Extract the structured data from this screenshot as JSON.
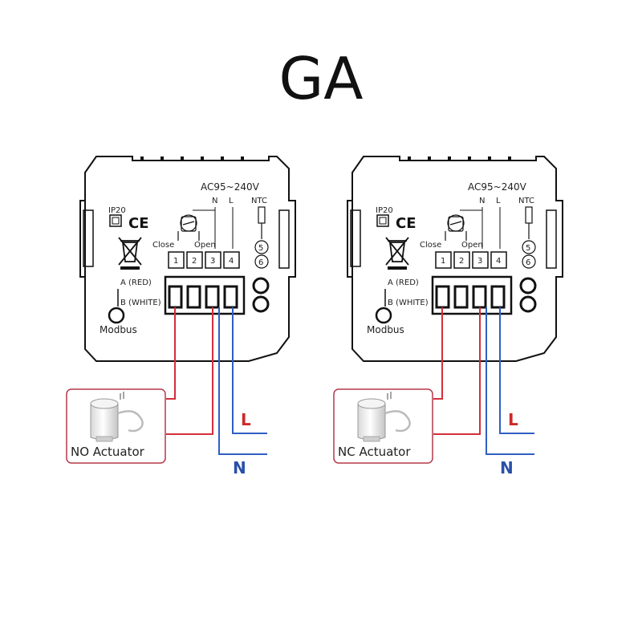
{
  "title": "GA",
  "panel": {
    "power_label": "AC95~240V",
    "n_label": "N",
    "l_label": "L",
    "ntc_label": "NTC",
    "ip_label": "IP20",
    "ce_label": "CE",
    "close_label": "Close",
    "open_label": "Open",
    "terminals": [
      "1",
      "2",
      "3",
      "4"
    ],
    "ntc_terminals": [
      "5",
      "6"
    ],
    "a_label": "A (RED)",
    "b_label": "B (WHITE)",
    "modbus_label": "Modbus"
  },
  "diagrams": [
    {
      "actuator_label": "NO Actuator",
      "line_label": "L",
      "neutral_label": "N"
    },
    {
      "actuator_label": "NC Actuator",
      "line_label": "L",
      "neutral_label": "N"
    }
  ],
  "colors": {
    "red_wire": "#d32f3a",
    "blue_wire": "#2f5fc4",
    "box_border": "#b5394a",
    "line_letter": "#cc2a2a",
    "neutral_letter": "#2a4fa8"
  }
}
